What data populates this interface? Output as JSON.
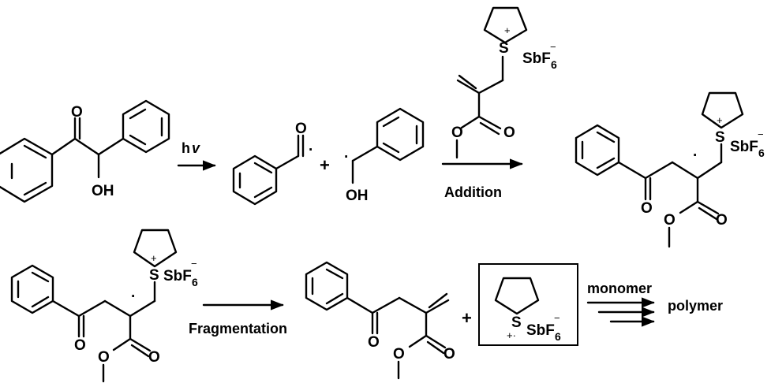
{
  "labels": {
    "hv_h": "h",
    "hv_v": "v",
    "addition": "Addition",
    "fragmentation": "Fragmentation",
    "monomer": "monomer",
    "polymer": "polymer",
    "plus": "+"
  },
  "atoms": {
    "O": "O",
    "OH": "OH",
    "S": "S",
    "SbF": "SbF",
    "six": "6",
    "plus_charge": "+",
    "minus_charge": "−",
    "radical": "·",
    "radical_cation": "+·"
  }
}
